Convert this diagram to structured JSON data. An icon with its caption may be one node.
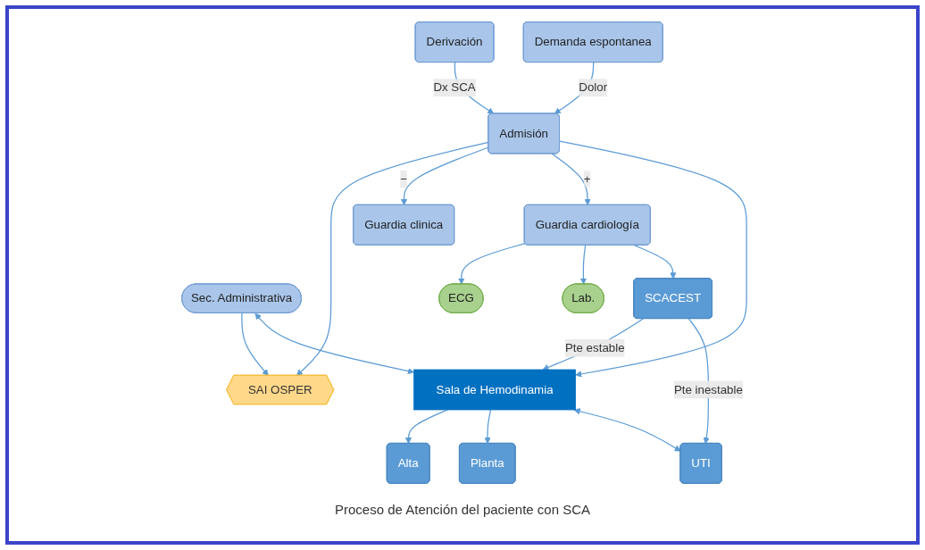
{
  "diagram": {
    "caption": "Proceso de Atención del paciente con SCA",
    "nodes": [
      {
        "text": [
          "Derivación"
        ]
      },
      {
        "text": [
          "Demanda espontanea"
        ]
      },
      {
        "text": [
          "Admisión"
        ]
      },
      {
        "text": [
          "SAI OSPER"
        ]
      },
      {
        "text": [
          "Guardia clinica"
        ]
      },
      {
        "text": [
          "Guardia cardiología"
        ]
      },
      {
        "text": [
          "ECG"
        ]
      },
      {
        "text": [
          "Lab."
        ]
      },
      {
        "text": [
          "Sec. Administrativa"
        ]
      },
      {
        "text": [
          "Sala de Hemodinamia"
        ]
      },
      {
        "text": [
          "SCACEST"
        ]
      },
      {
        "text": [
          "Alta"
        ]
      },
      {
        "text": [
          "Planta"
        ]
      },
      {
        "text": [
          "UTI"
        ]
      }
    ],
    "edges": [
      {
        "from": 0,
        "to": 2,
        "arrow": "to",
        "label": "Dx SCA"
      },
      {
        "from": 1,
        "to": 2,
        "arrow": "to",
        "label": "Dolor"
      },
      {
        "from": 2,
        "to": 3,
        "arrow": "to"
      },
      {
        "from": 2,
        "to": 4,
        "arrow": "to",
        "label": "−"
      },
      {
        "from": 2,
        "to": 5,
        "arrow": "to",
        "label": "+"
      },
      {
        "from": 2,
        "to": 9,
        "arrow": "to"
      },
      {
        "from": 8,
        "to": 3,
        "arrow": "to"
      },
      {
        "from": 8,
        "to": 9,
        "arrow": "both"
      },
      {
        "from": 5,
        "to": 6,
        "arrow": "to"
      },
      {
        "from": 5,
        "to": 7,
        "arrow": "to"
      },
      {
        "from": 5,
        "to": 10,
        "arrow": "to"
      },
      {
        "from": 10,
        "to": 9,
        "arrow": "to",
        "label": "Pte estable"
      },
      {
        "from": 10,
        "to": 13,
        "arrow": "to",
        "label": "Pte inestable"
      },
      {
        "from": 9,
        "to": 11,
        "arrow": "to"
      },
      {
        "from": 9,
        "to": 12,
        "arrow": "to"
      },
      {
        "from": 9,
        "to": 13,
        "arrow": "both"
      }
    ]
  }
}
